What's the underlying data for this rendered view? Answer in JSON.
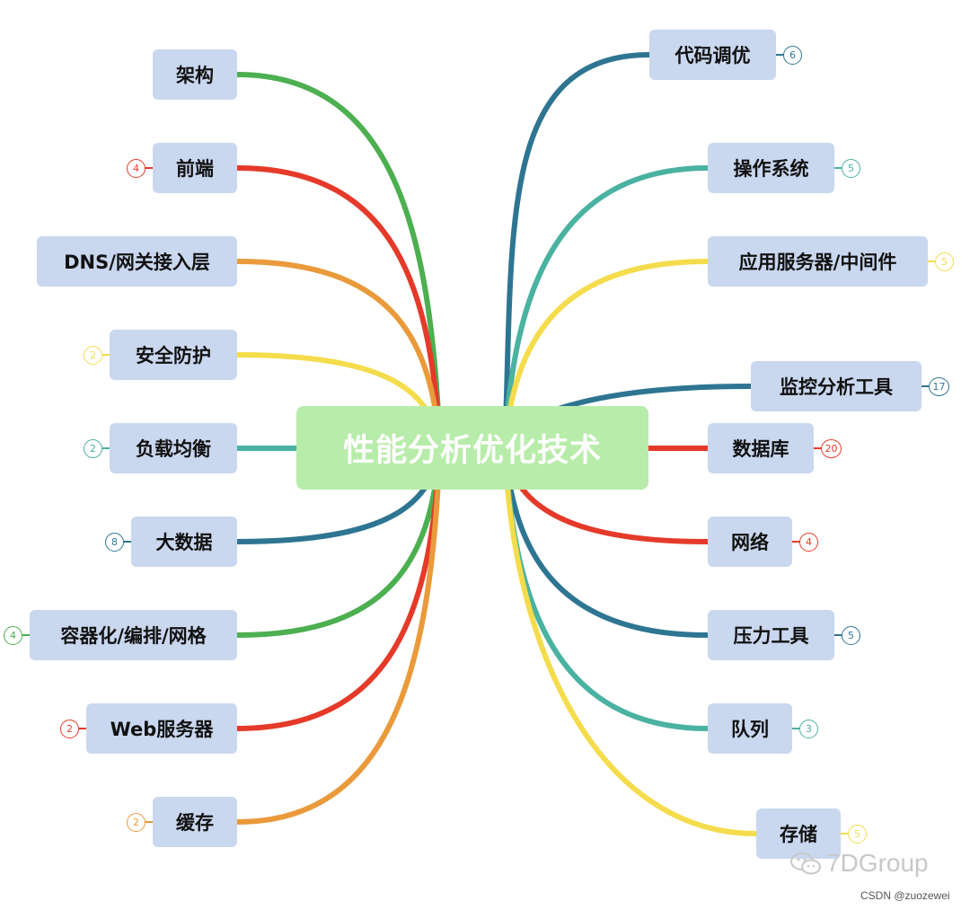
{
  "root": {
    "title": "性能分析优化技术"
  },
  "colors": {
    "green": "#4caf50",
    "red": "#e53a2a",
    "orange": "#ea9a3a",
    "yellow": "#f4dc4c",
    "teal": "#4ab2a0",
    "blue": "#2e7592"
  },
  "left": [
    {
      "label": "架构",
      "color": "green",
      "badge": ""
    },
    {
      "label": "前端",
      "color": "red",
      "badge": "4"
    },
    {
      "label": "DNS/网关接入层",
      "color": "orange",
      "badge": ""
    },
    {
      "label": "安全防护",
      "color": "yellow",
      "badge": "2"
    },
    {
      "label": "负载均衡",
      "color": "teal",
      "badge": "2"
    },
    {
      "label": "大数据",
      "color": "blue",
      "badge": "8"
    },
    {
      "label": "容器化/编排/网格",
      "color": "green",
      "badge": "4"
    },
    {
      "label": "Web服务器",
      "color": "red",
      "badge": "2"
    },
    {
      "label": "缓存",
      "color": "orange",
      "badge": "2"
    }
  ],
  "right": [
    {
      "label": "代码调优",
      "color": "blue",
      "badge": "6"
    },
    {
      "label": "操作系统",
      "color": "teal",
      "badge": "5"
    },
    {
      "label": "应用服务器/中间件",
      "color": "yellow",
      "badge": "5"
    },
    {
      "label": "监控分析工具",
      "color": "blue",
      "badge": "17"
    },
    {
      "label": "数据库",
      "color": "red",
      "badge": "20"
    },
    {
      "label": "网络",
      "color": "red",
      "badge": "4"
    },
    {
      "label": "压力工具",
      "color": "blue",
      "badge": "5"
    },
    {
      "label": "队列",
      "color": "teal",
      "badge": "3"
    },
    {
      "label": "存储",
      "color": "yellow",
      "badge": "5"
    }
  ],
  "watermark": "7DGroup",
  "credit": "CSDN @zuozewei"
}
